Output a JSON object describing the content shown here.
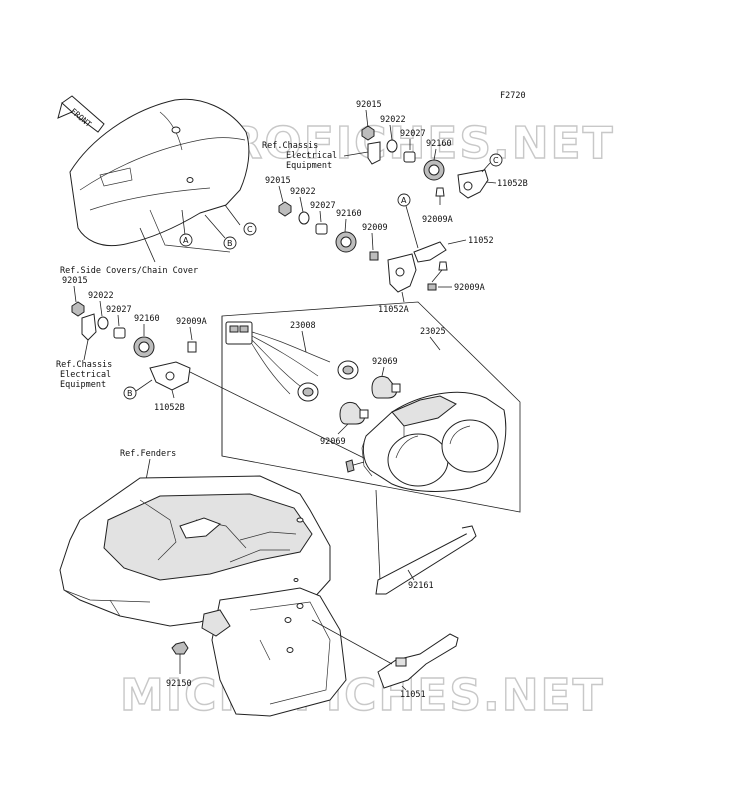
{
  "figure_code": "F2720",
  "watermark": "MICROFICHES.NET",
  "front_label": "FRONT",
  "references": {
    "chassis_top_l1": "Ref.Chassis",
    "chassis_top_l2": "Electrical",
    "chassis_top_l3": "Equipment",
    "chassis_left_l1": "Ref.Chassis",
    "chassis_left_l2": "Electrical",
    "chassis_left_l3": "Equipment",
    "side_covers": "Ref.Side Covers/Chain Cover",
    "fenders": "Ref.Fenders"
  },
  "callouts": {
    "A": "A",
    "B": "B",
    "C": "C"
  },
  "parts": {
    "p92015_top": "92015",
    "p92022_top": "92022",
    "p92027_top": "92027",
    "p92160_top": "92160",
    "p11052B_top": "11052B",
    "p92009A_top": "92009A",
    "p92015_mid": "92015",
    "p92022_mid": "92022",
    "p92027_mid": "92027",
    "p92160_mid": "92160",
    "p92009_mid": "92009",
    "p11052": "11052",
    "p92009A_mid": "92009A",
    "p11052A": "11052A",
    "p92015_left": "92015",
    "p92022_left": "92022",
    "p92027_left": "92027",
    "p92160_left": "92160",
    "p92009A_left": "92009A",
    "p11052B_left": "11052B",
    "p23008": "23008",
    "p23025": "23025",
    "p92069_a": "92069",
    "p92069_b": "92069",
    "p92161": "92161",
    "p92150": "92150",
    "p11051": "11051"
  }
}
